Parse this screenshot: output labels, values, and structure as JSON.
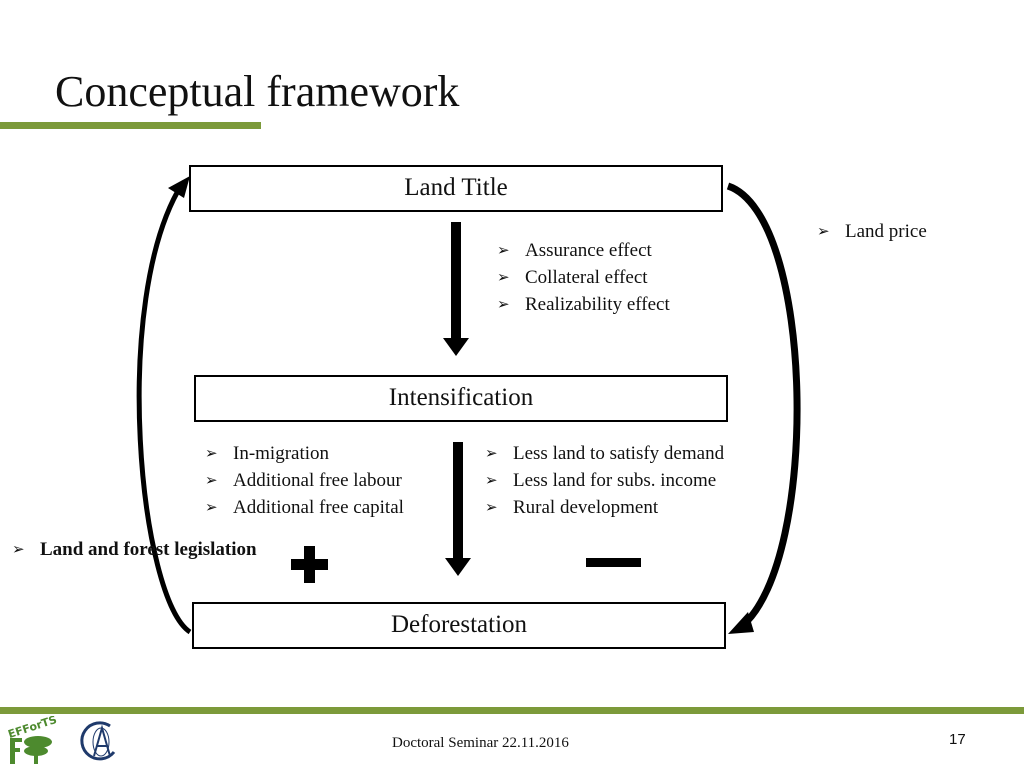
{
  "slide": {
    "title": "Conceptual framework",
    "footer": "Doctoral Seminar 22.11.2016",
    "page_number": "17"
  },
  "colors": {
    "accent_green": "#7c9a3a",
    "logo_green": "#4d8a2e",
    "logo_navy": "#1f3a6b"
  },
  "boxes": {
    "land_title": "Land Title",
    "intensification": "Intensification",
    "deforestation": "Deforestation"
  },
  "title_effects": [
    "Assurance effect",
    "Collateral effect",
    "Realizability effect"
  ],
  "land_price": [
    "Land price"
  ],
  "intensification_left": [
    "In-migration",
    "Additional free labour",
    "Additional free capital"
  ],
  "intensification_right": [
    "Less land to satisfy demand",
    "Less land for subs. income",
    "Rural development"
  ],
  "legislation": [
    "Land and forest legislation"
  ],
  "logos": {
    "efforts_text": "EFForTS"
  }
}
